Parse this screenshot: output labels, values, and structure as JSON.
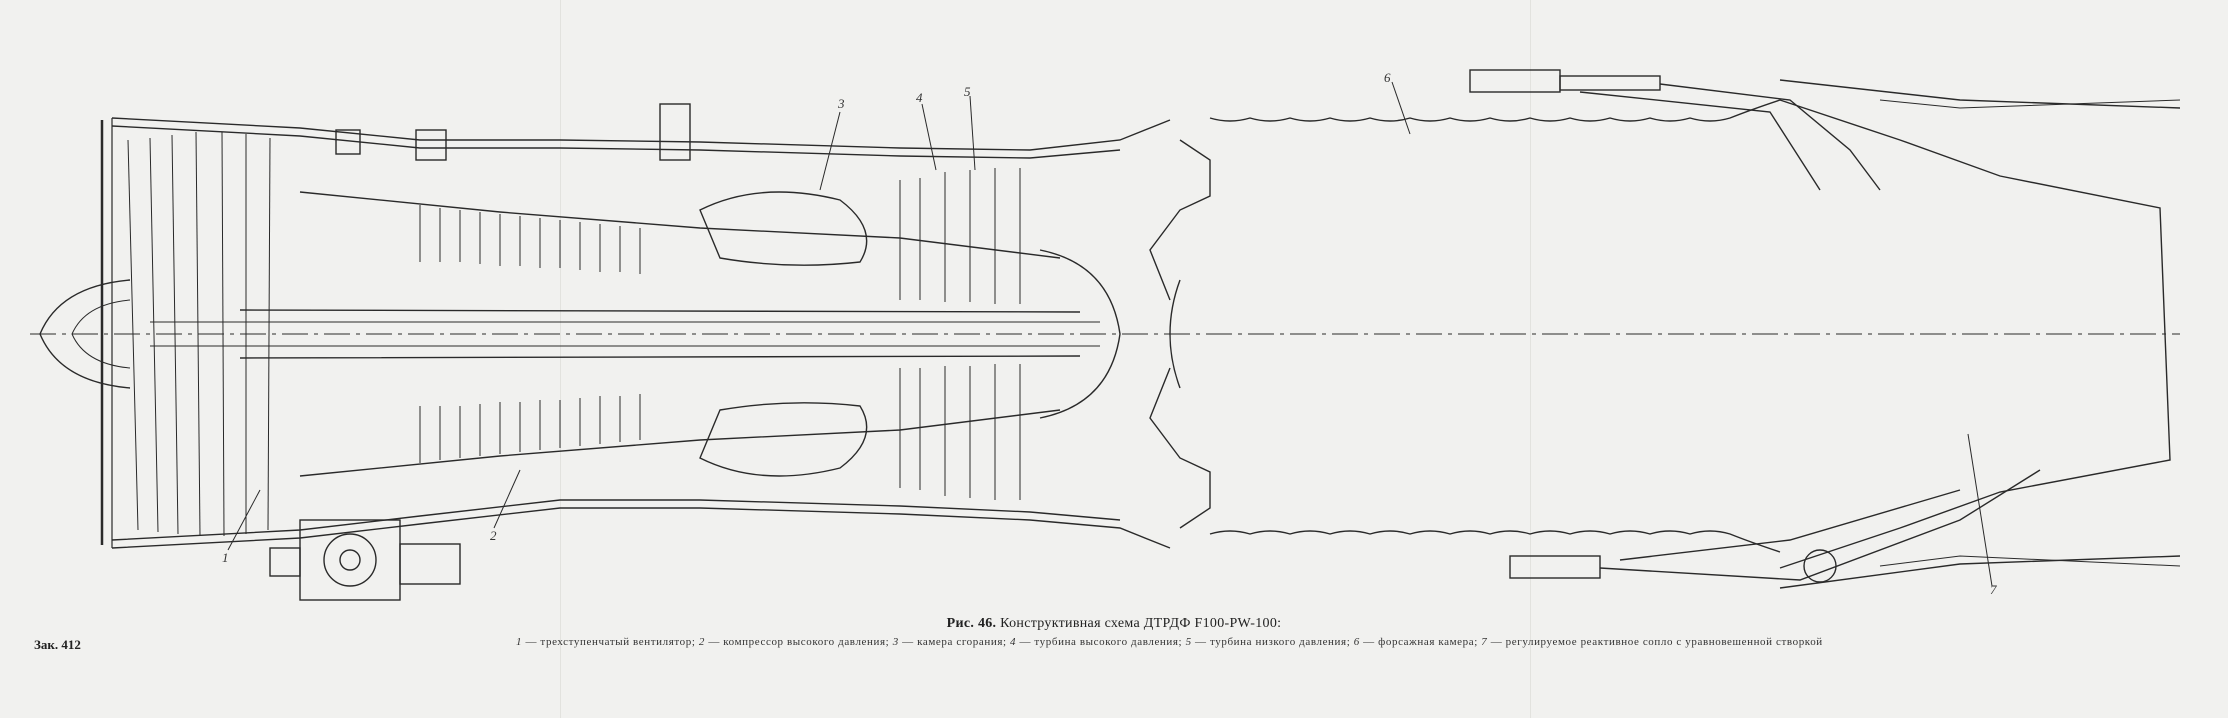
{
  "figure": {
    "label": "Рис. 46.",
    "title": "Конструктивная схема ДТРДФ F100-PW-100:",
    "legend": [
      {
        "num": "1",
        "text": "трехступенчатый вентилятор;"
      },
      {
        "num": "2",
        "text": "компрессор высокого давления;"
      },
      {
        "num": "3",
        "text": "камера сгорания;"
      },
      {
        "num": "4",
        "text": "турбина высокого давления;"
      },
      {
        "num": "5",
        "text": "турбина низкого давления;"
      },
      {
        "num": "6",
        "text": "форсажная камера;"
      },
      {
        "num": "7",
        "text": "регулируемое реактивное сопло с уравновешенной створкой"
      }
    ]
  },
  "callouts": [
    "1",
    "2",
    "3",
    "4",
    "5",
    "6",
    "7"
  ],
  "order_number": "Зак. 412",
  "colors": {
    "paper": "#f1f1ef",
    "ink": "#2a2a2a"
  }
}
